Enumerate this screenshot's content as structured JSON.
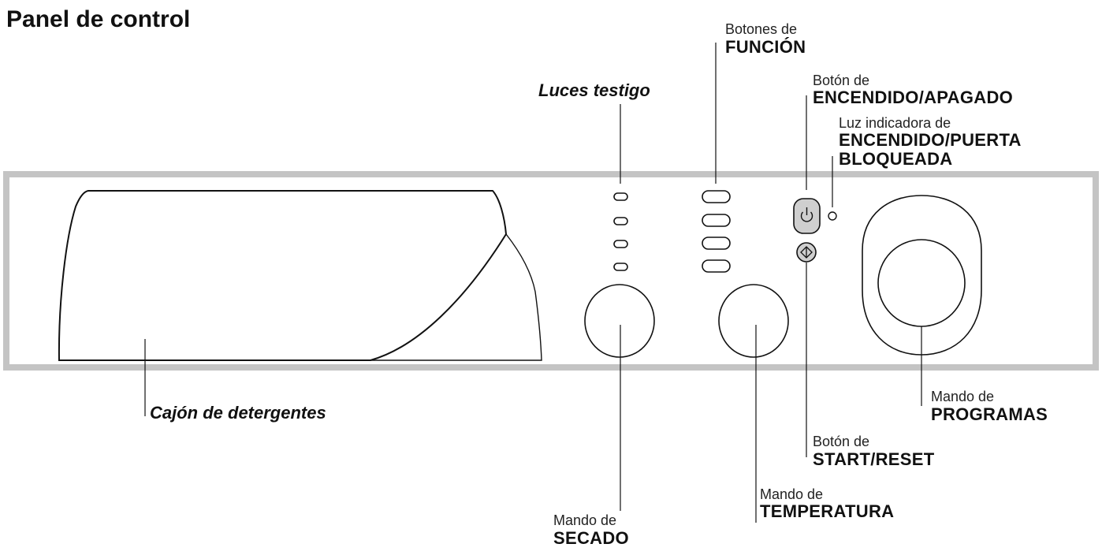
{
  "title": "Panel de control",
  "labels": {
    "luces_testigo": "Luces testigo",
    "funcion_small": "Botones de",
    "funcion_big": "FUNCIÓN",
    "onoff_small": "Botón de",
    "onoff_big": "ENCENDIDO/APAGADO",
    "indicator_small": "Luz indicadora de",
    "indicator_big1": "ENCENDIDO/PUERTA",
    "indicator_big2": "BLOQUEADA",
    "drawer": "Cajón de detergentes",
    "programas_small": "Mando de",
    "programas_big": "PROGRAMAS",
    "start_small": "Botón de",
    "start_big": "START/RESET",
    "temperatura_small": "Mando de",
    "temperatura_big": "TEMPERATURA",
    "secado_small": "Mando de",
    "secado_big": "SECADO"
  },
  "colors": {
    "panel_border": "#c4c4c4",
    "button_fill": "#cfcfcf",
    "line": "#111111"
  },
  "icons": {
    "power": "power-icon",
    "start": "start-diamond-icon"
  }
}
